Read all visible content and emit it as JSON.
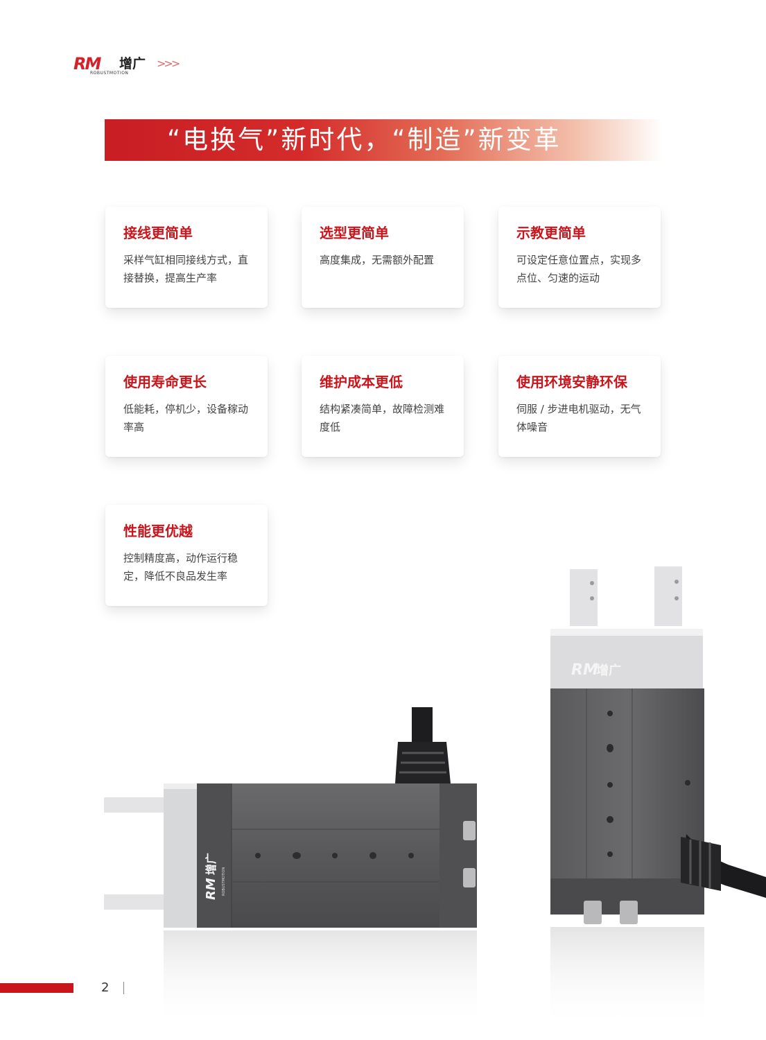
{
  "header": {
    "logo_mark": "RM",
    "logo_cn": "增广",
    "logo_en": "ROBUSTMOTION",
    "arrows": ">>>"
  },
  "banner": {
    "title": "“电换气”新时代，“制造”新变革"
  },
  "features": [
    {
      "title": "接线更简单",
      "desc": "采样气缸相同接线方式，直接替换，提高生产率"
    },
    {
      "title": "选型更简单",
      "desc": "高度集成，无需额外配置"
    },
    {
      "title": "示教更简单",
      "desc": "可设定任意位置点，实现多点位、匀速的运动"
    },
    {
      "title": "使用寿命更长",
      "desc": "低能耗，停机少，设备稼动率高"
    },
    {
      "title": "维护成本更低",
      "desc": "结构紧凑简单，故障检测难度低"
    },
    {
      "title": "使用环境安静环保",
      "desc": "伺服 / 步进电机驱动，无气体噪音"
    },
    {
      "title": "性能更优越",
      "desc": "控制精度高，动作运行稳定，降低不良品发生率"
    }
  ],
  "product": {
    "brand_mark": "RM",
    "brand_cn": "增广",
    "brand_en": "ROBUSTMOTION"
  },
  "footer": {
    "page_number": "2"
  },
  "colors": {
    "brand_red": "#c8161d",
    "body_gray": "#5c5c5e"
  }
}
